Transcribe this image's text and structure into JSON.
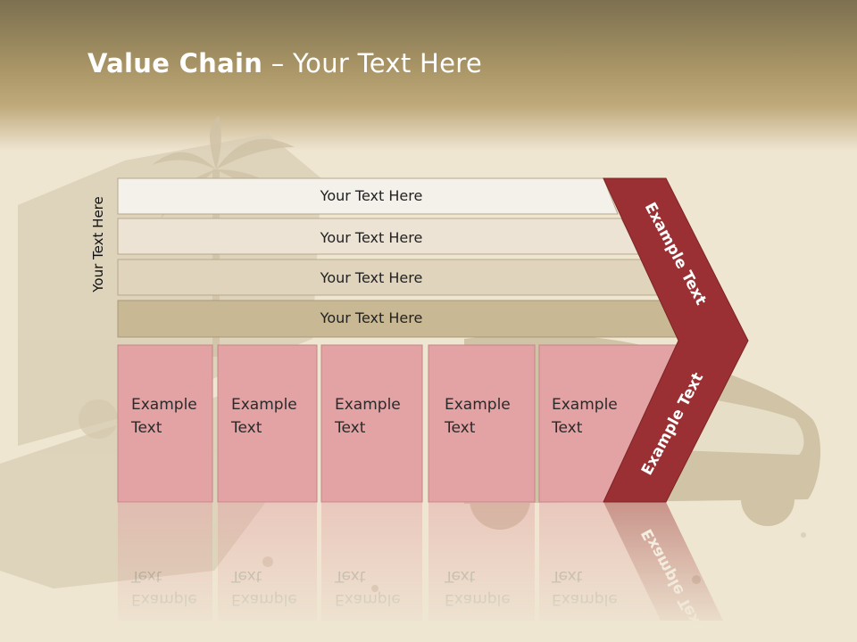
{
  "slide": {
    "title_bold": "Value Chain",
    "title_rest": " – Your Text Here",
    "side_label": "Your Text Here",
    "rows": [
      {
        "label": "Your Text Here"
      },
      {
        "label": "Your Text Here"
      },
      {
        "label": "Your Text Here"
      },
      {
        "label": "Your Text Here"
      }
    ],
    "boxes": [
      {
        "line1": "Example",
        "line2": "Text"
      },
      {
        "line1": "Example",
        "line2": "Text"
      },
      {
        "line1": "Example",
        "line2": "Text"
      },
      {
        "line1": "Example",
        "line2": "Text"
      },
      {
        "line1": "Example",
        "line2": "Text"
      }
    ],
    "chevron_upper": "Example Text",
    "chevron_lower": "Example Text"
  },
  "colors": {
    "background": "#efe6d2",
    "header": "#a99566",
    "row_1": "#f4f0ea",
    "row_2": "#ece3d5",
    "row_3": "#e0d4bd",
    "row_4": "#c9b894",
    "box_pink": "#e3a2a4",
    "chevron_red": "#9a3033"
  }
}
